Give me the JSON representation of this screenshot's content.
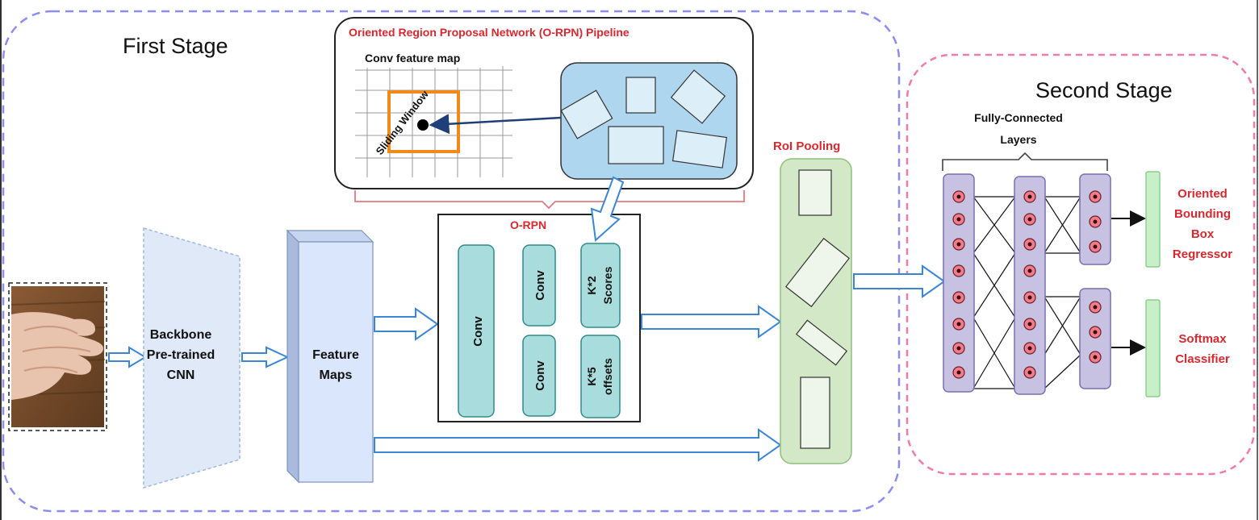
{
  "stages": {
    "first_title": "First Stage",
    "second_title": "Second Stage"
  },
  "orpn_pipeline": {
    "title": "Oriented Region Proposal Network (O-RPN) Pipeline",
    "feature_map_label": "Conv feature map",
    "sliding_window_label": "Sliding Window"
  },
  "backbone": {
    "lines": [
      "Backbone",
      "Pre-trained",
      "CNN"
    ]
  },
  "feature_maps": {
    "lines": [
      "Feature",
      "Maps"
    ]
  },
  "orpn": {
    "title": "O-RPN",
    "conv_large": "Conv",
    "conv_small_top": "Conv",
    "conv_small_bottom": "Conv",
    "scores_lines": [
      "K*2",
      "Scores"
    ],
    "offsets_lines": [
      "K*5",
      "offsets"
    ]
  },
  "roi_pooling": {
    "title": "RoI Pooling"
  },
  "fc_layers": {
    "lines": [
      "Fully-Connected",
      "Layers"
    ]
  },
  "outputs": {
    "regressor_lines": [
      "Oriented",
      "Bounding",
      "Box",
      "Regressor"
    ],
    "classifier_lines": [
      "Softmax",
      "Classifier"
    ]
  },
  "colors": {
    "first_stage_border": "#8c8cf0",
    "second_stage_border": "#f07aa8",
    "pipeline_title": "#d6282f",
    "sliding_window": "#f28a1a",
    "proposal_panel": "#aed6ee",
    "conv_block": "#a9dcdc",
    "roi_panel": "#d2e8c6",
    "fc_layer": "#c8c2e2",
    "fc_node": "#f27d8a",
    "output_bar": "#c8f0c8",
    "arrow": "#3a86d4"
  }
}
